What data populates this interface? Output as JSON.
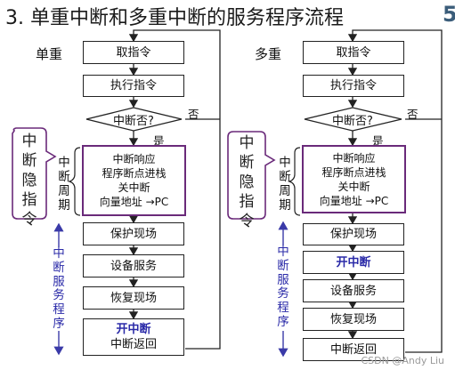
{
  "title": "3. 单重中断和多重中断的服务程序流程",
  "corner_mark": "5",
  "watermark": "CSDN @Andy Liu",
  "left": {
    "mode": "单重",
    "steps": {
      "fetch": "取指令",
      "exec": "执行指令",
      "decision": "中断否?",
      "no": "否",
      "yes": "是",
      "cycle_lines": [
        "中断响应",
        "程序断点进栈",
        "关中断",
        "向量地址 →PC"
      ],
      "save": "保护现场",
      "service": "设备服务",
      "restore": "恢复现场",
      "enable": "开中断",
      "return": "中断返回"
    },
    "cycle_label": "中断周期",
    "implicit_label": "中断隐指令",
    "service_label": "中断服务程序"
  },
  "right": {
    "mode": "多重",
    "steps": {
      "fetch": "取指令",
      "exec": "执行指令",
      "decision": "中断否?",
      "no": "否",
      "yes": "是",
      "cycle_lines": [
        "中断响应",
        "程序断点进栈",
        "关中断",
        "向量地址 →PC"
      ],
      "save": "保护现场",
      "enable": "开中断",
      "service": "设备服务",
      "restore": "恢复现场",
      "return": "中断返回"
    },
    "cycle_label": "中断周期",
    "implicit_label": "中断隐指令",
    "service_label": "中断服务程序"
  },
  "colors": {
    "purple_border": "#6a2a7a",
    "blue_text": "#2a2aa8",
    "line": "#222222"
  }
}
